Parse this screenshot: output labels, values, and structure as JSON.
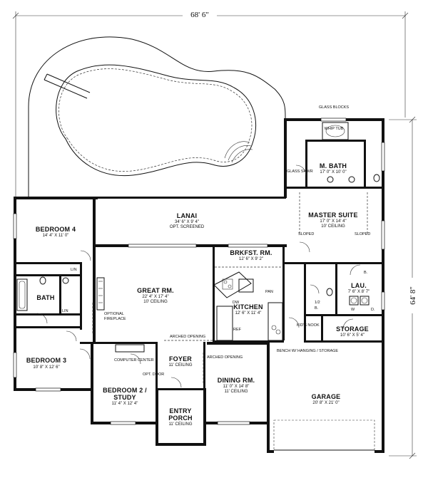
{
  "dimensions": {
    "width": "68' 6\"",
    "depth": "64' 8\""
  },
  "rooms": {
    "bedroom4": {
      "name": "BEDROOM 4",
      "dim": "14' 4\" X 11' 0\""
    },
    "bath": {
      "name": "BATH"
    },
    "lin1": {
      "name": "LIN"
    },
    "lin2": {
      "name": "LIN"
    },
    "bedroom3": {
      "name": "BEDROOM 3",
      "dim": "10' 8\" X 12' 6\""
    },
    "lanai": {
      "name": "LANAI",
      "dim": "34' 6\" X 9' 4\"",
      "note": "OPT. SCREENED"
    },
    "great": {
      "name": "GREAT RM.",
      "dim": "22' 4\" X 17' 4\"",
      "note": "10' CEILING"
    },
    "fireplace": {
      "line1": "OPTIONAL",
      "line2": "FIREPLACE"
    },
    "brkfst": {
      "name": "BRKFST. RM.",
      "dim": "12' 6\" X 9' 2\""
    },
    "kitchen": {
      "name": "KITCHEN",
      "dim": "12' 6\" X 11' 4\""
    },
    "master_suite": {
      "name": "MASTER SUITE",
      "dim": "17' 0\" X 14' 4\"",
      "note": "10' CEILING"
    },
    "mbath": {
      "name": "M. BATH",
      "dim": "17' 0\" X 10' 0\""
    },
    "lau": {
      "name": "LAU.",
      "dim": "7' 6\" X 8' 7\""
    },
    "storage": {
      "name": "STORAGE",
      "dim": "10' 6\" X 5' 4\""
    },
    "garage": {
      "name": "GARAGE",
      "dim": "20' 8\" X 21' 0\""
    },
    "dining": {
      "name": "DINING RM.",
      "dim": "11' 0\" X 14' 8\"",
      "note": "11' CEILING"
    },
    "foyer": {
      "name": "FOYER",
      "note": "11' CEILING"
    },
    "entry": {
      "name": "ENTRY",
      "name2": "PORCH",
      "note": "11' CEILING"
    },
    "bedroom2": {
      "name": "BEDROOM 2 /",
      "name2": "STUDY",
      "dim": "11' 4\" X 12' 4\""
    }
  },
  "labels": {
    "glass_blocks": "GLASS BLOCKS",
    "whip_tub": "WHIP TUB",
    "glass_shwr": "GLASS SHWR",
    "sloped_left": "SLOPED",
    "sloped_right": "SLOPED",
    "pan": "PAN",
    "dw": "DW",
    "ref": "REF",
    "arched_opening_great": "ARCHED OPENING",
    "arched_opening_dining": "ARCHED OPENING",
    "computer_center": "COMPUTER CENTER",
    "opt_door": "OPT. DOOR",
    "kids_nook": "KID'S NOOK",
    "bench": "BENCH W/ HANGING / STORAGE",
    "b_label": "B.",
    "half_bath": "1/2",
    "half_bath_b": "B.",
    "w_label": "W",
    "d_label": "D."
  }
}
